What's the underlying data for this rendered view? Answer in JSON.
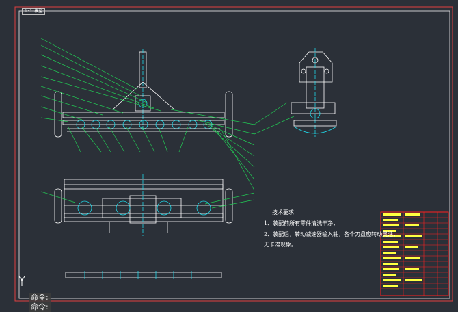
{
  "tab": {
    "label": "1:1 模型"
  },
  "tech_requirements": {
    "title": "技术要求",
    "lines": [
      "1、装配前所有零件清洗干净，",
      "2、装配后，转动减速器输入轴，各个刀盘应转动灵活，",
      "无卡滞现象。"
    ]
  },
  "command_line": {
    "prompt1": "命令:",
    "prompt2": "命令:"
  },
  "colors": {
    "background": "#2b3038",
    "frame": "#e04040",
    "geometry": "#ffffff",
    "leader": "#22cc55",
    "highlight": "#20d8e8",
    "title_block": "#ff2020"
  },
  "icons": {
    "ucs": "ucs-axis-icon"
  }
}
